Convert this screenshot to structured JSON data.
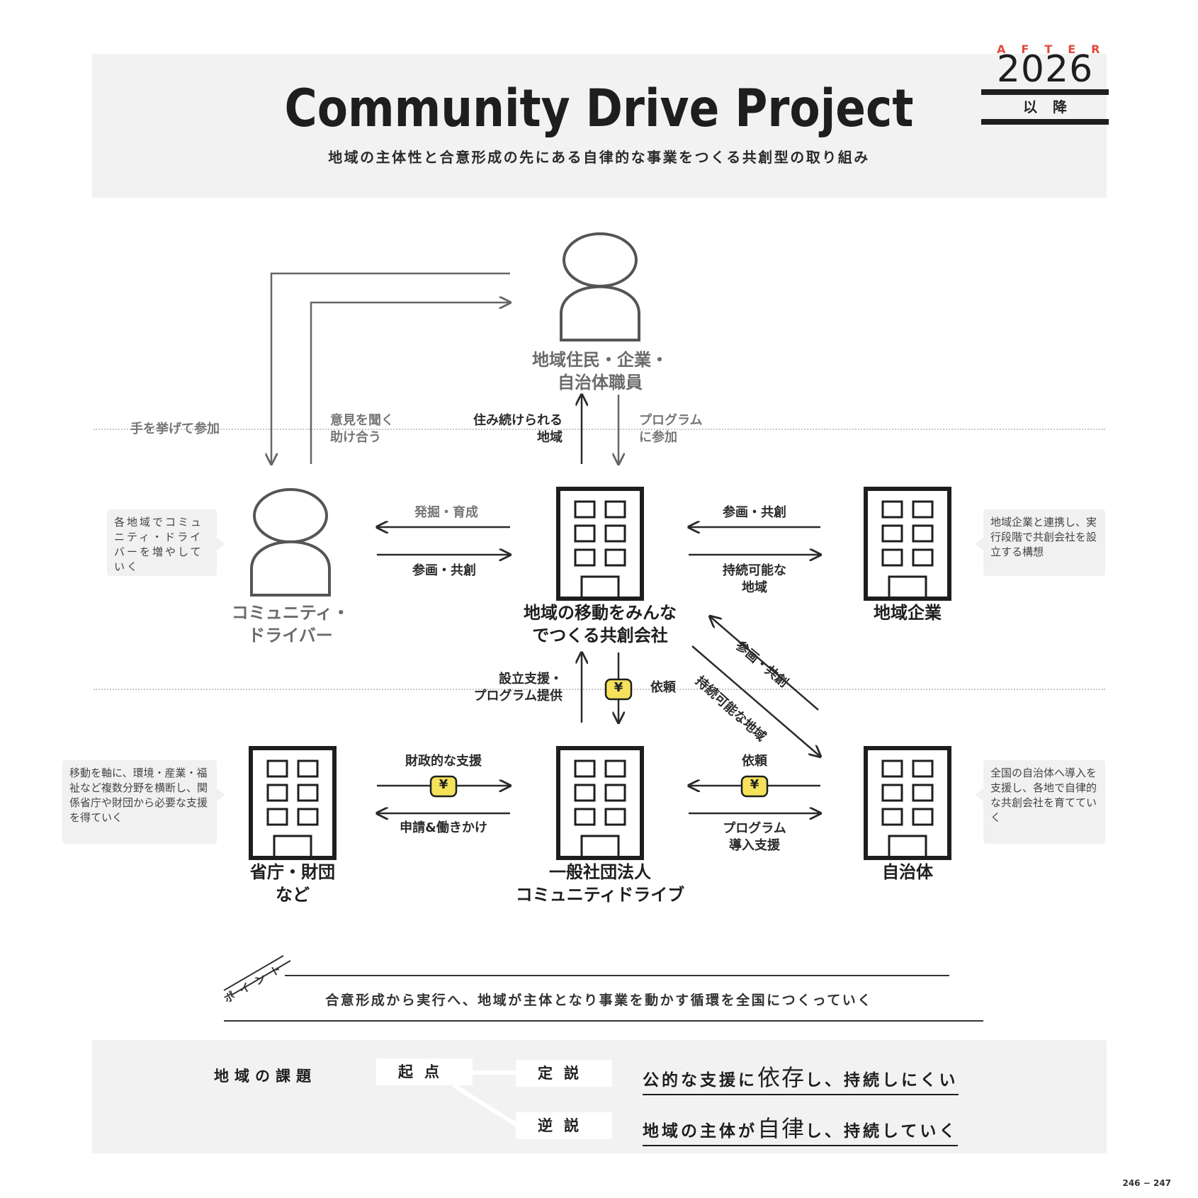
{
  "header": {
    "title": "Community Drive Project",
    "subtitle": "地域の主体性と合意形成の先にある自律的な事業をつくる共創型の取り組み"
  },
  "badge": {
    "after": "AFTER",
    "year": "2026",
    "since": "以降"
  },
  "nodes": {
    "residents": [
      "地域住民・企業・",
      "自治体職員"
    ],
    "driver": [
      "コミュニティ・",
      "ドライバー"
    ],
    "cocreation_company": [
      "地域の移動をみんな",
      "でつくる共創会社"
    ],
    "local_business": "地域企業",
    "ministry": [
      "省庁・財団",
      "など"
    ],
    "association": [
      "一般社団法人",
      "コミュニティドライブ"
    ],
    "municipality": "自治体"
  },
  "flows": {
    "raise_hand": "手を挙げて参加",
    "listen_help": [
      "意見を聞く",
      "助け合う"
    ],
    "keep_living": [
      "住み続けられる",
      "地域"
    ],
    "join_program": [
      "プログラム",
      "に参加"
    ],
    "discover_train": "発掘・育成",
    "plan_cocreate_left": "参画・共創",
    "plan_cocreate_right": "参画・共創",
    "sustainable_right": [
      "持続可能な",
      "地域"
    ],
    "plan_cocreate_diag": "参画・共創",
    "sustainable_diag": "持続可能な地域",
    "setup_support": [
      "設立支援・",
      "プログラム提供"
    ],
    "request_center": "依頼",
    "financial_support": "財政的な支援",
    "apply_lobby": "申請&働きかけ",
    "request_right": "依頼",
    "program_support": [
      "プログラム",
      "導入支援"
    ],
    "yen": "¥"
  },
  "notes": {
    "driver": "各地域でコミュニティ・ドライバーを増やしていく",
    "business": "地域企業と連携し、実行段階で共創会社を設立する構想",
    "ministry": "移動を軸に、環境・産業・福祉など複数分野を横断し、関係省庁や財団から必要な支援を得ていく",
    "municipality": "全国の自治体へ導入を支援し、各地で自律的な共創会社を育てていく"
  },
  "point": {
    "tag": "ポイント",
    "text": "合意形成から実行へ、地域が主体となり事業を動かす循環を全国につくっていく"
  },
  "bottom": {
    "issue_label": "地域の課題",
    "origin": "起点",
    "thesis": "定説",
    "antithesis": "逆説",
    "thesis_text_a": "公的な支援に",
    "thesis_text_big": "依存",
    "thesis_text_b": "し、持続しにくい",
    "anti_text_a": "地域の主体が",
    "anti_text_big": "自律",
    "anti_text_b": "し、持続していく"
  },
  "page_number": "246 − 247",
  "colors": {
    "accent_red": "#e0493c",
    "yen_yellow": "#f5e25a",
    "panel_gray": "#f2f2f2"
  }
}
